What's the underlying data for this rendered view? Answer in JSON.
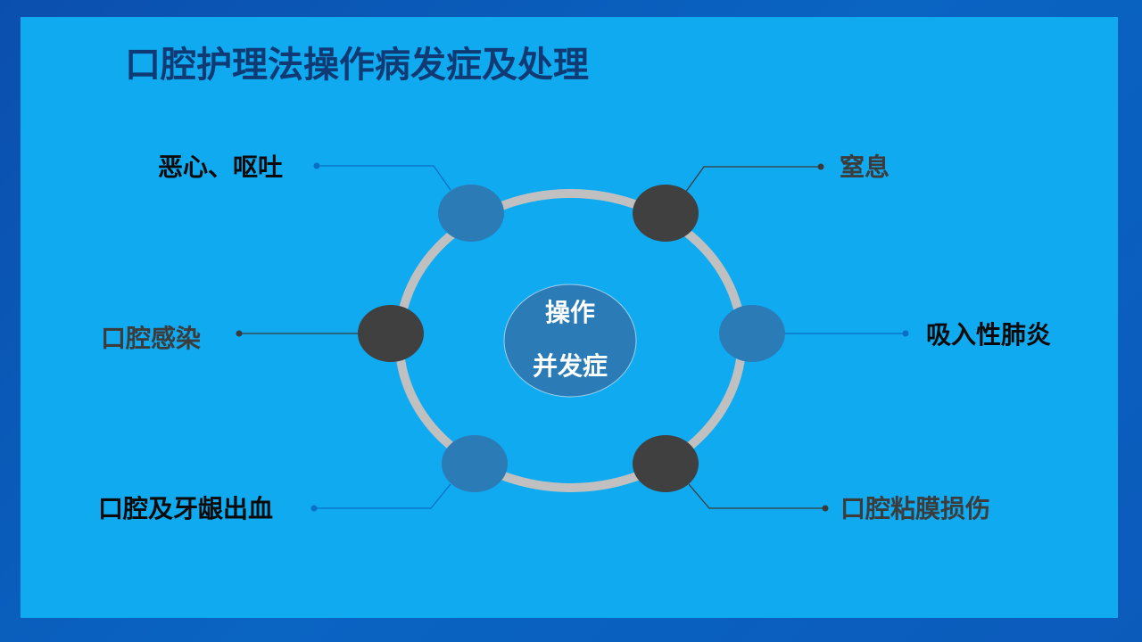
{
  "slide": {
    "title": "口腔护理法操作病发症及处理",
    "center": {
      "line1": "操作",
      "line2": "并发症"
    },
    "items": [
      {
        "label": "恶心、呕吐",
        "position": "top-left",
        "node_color": "#2b7bb6"
      },
      {
        "label": "窒息",
        "position": "top-right",
        "node_color": "#404040"
      },
      {
        "label": "口腔感染",
        "position": "middle-left",
        "node_color": "#404040"
      },
      {
        "label": "吸入性肺炎",
        "position": "middle-right",
        "node_color": "#2b7bb6"
      },
      {
        "label": "口腔及牙龈出血",
        "position": "bottom-left",
        "node_color": "#2b7bb6"
      },
      {
        "label": "口腔粘膜损伤",
        "position": "bottom-right",
        "node_color": "#404040"
      }
    ],
    "colors": {
      "panel": "#10aaf0",
      "frame": "#0b5bbb",
      "title": "#0f3a73",
      "ring": "#c0c0c0",
      "blue_node": "#2b7bb6",
      "dark_node": "#404040",
      "blue_connector": "#0a6fc4",
      "dark_connector": "#3a3a3a"
    }
  }
}
